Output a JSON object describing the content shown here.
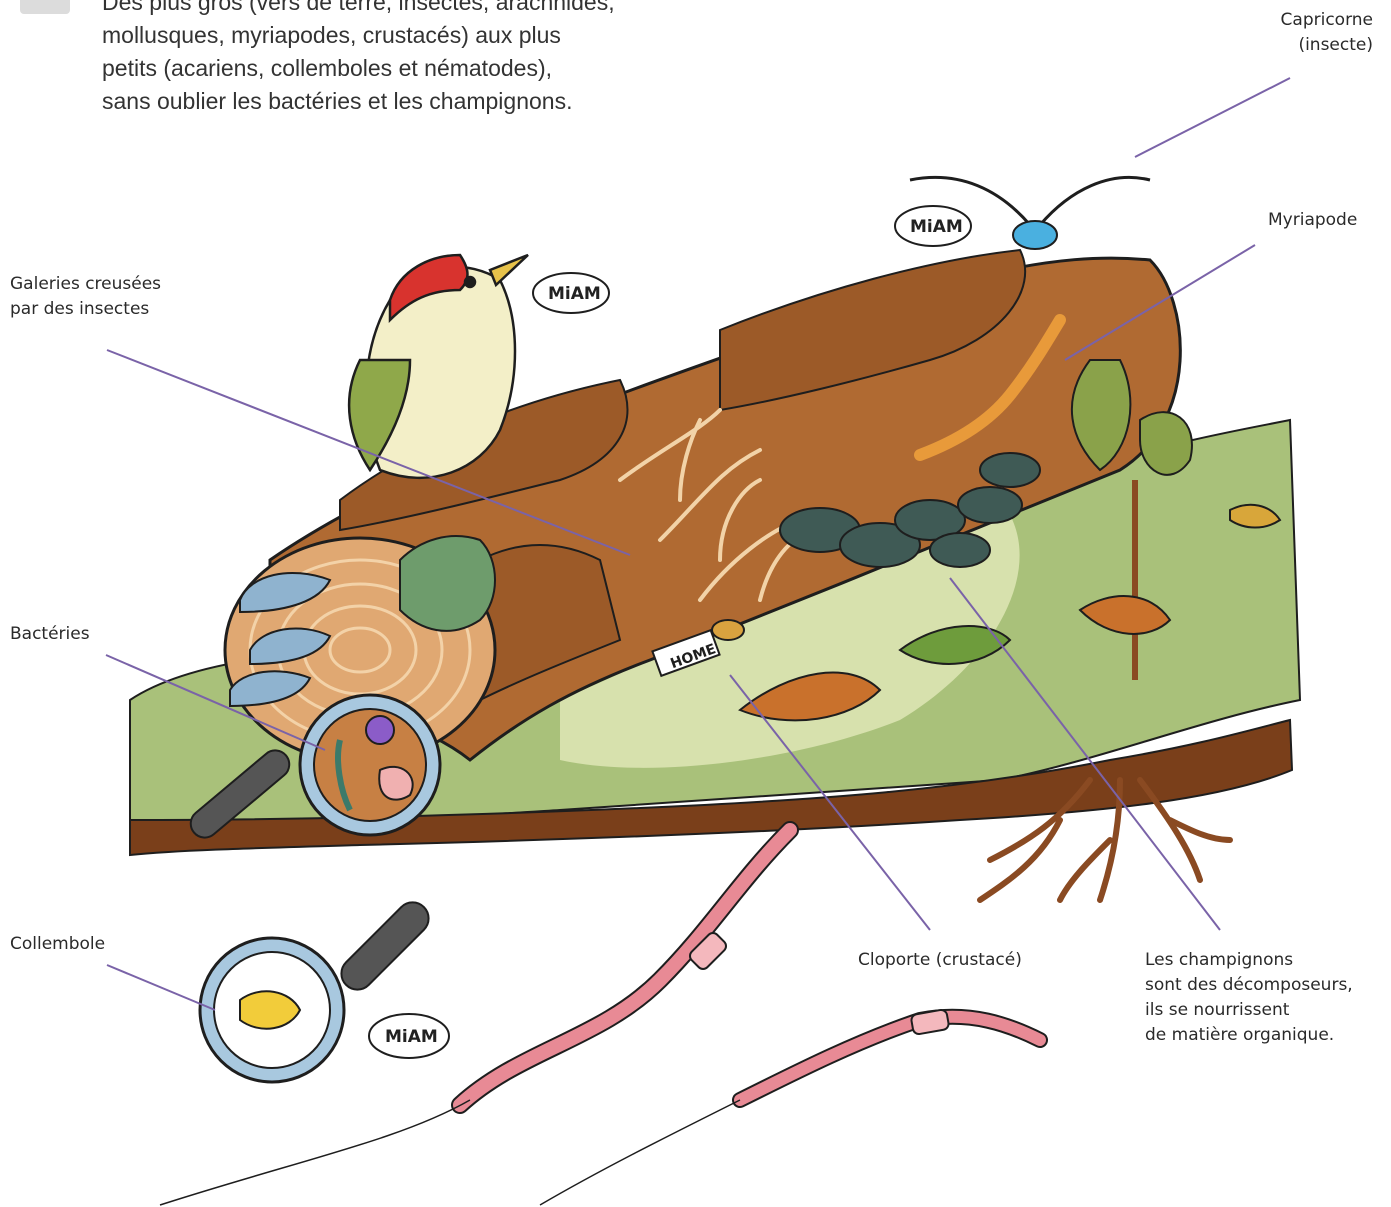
{
  "intro": {
    "lines": [
      "Des plus gros (vers de terre, insectes, arachnides,",
      "mollusques, myriapodes, crustacés) aux plus",
      "petits (acariens, collemboles et nématodes),",
      "sans oublier les bactéries et les champignons."
    ]
  },
  "labels": {
    "capricorne": [
      "Capricorne",
      "(insecte)"
    ],
    "myriapode": "Myriapode",
    "galeries": [
      "Galeries creusées",
      "par des insectes"
    ],
    "bacteries": "Bactéries",
    "collembole": "Collembole",
    "cloporte": "Cloporte (crustacé)",
    "champignons": [
      "Les champignons",
      "sont des décomposeurs,",
      "ils se nourrissent",
      "de matière organique."
    ]
  },
  "bubbles": {
    "woodpecker": "MiAM",
    "capricorne": "MiAM",
    "collembole": "MiAM"
  },
  "sign": "HOME",
  "colors": {
    "leader_line": "#7a63a8",
    "grass": "#a9c17a",
    "soil": "#7a3f1a",
    "bark": "#b06a32",
    "log_face": "#e0a872",
    "mushroom_cap": "#3f5a55",
    "mushroom_blue": "#8fb3cf",
    "worm": "#e88a95",
    "beetle": "#4ab0e0"
  }
}
